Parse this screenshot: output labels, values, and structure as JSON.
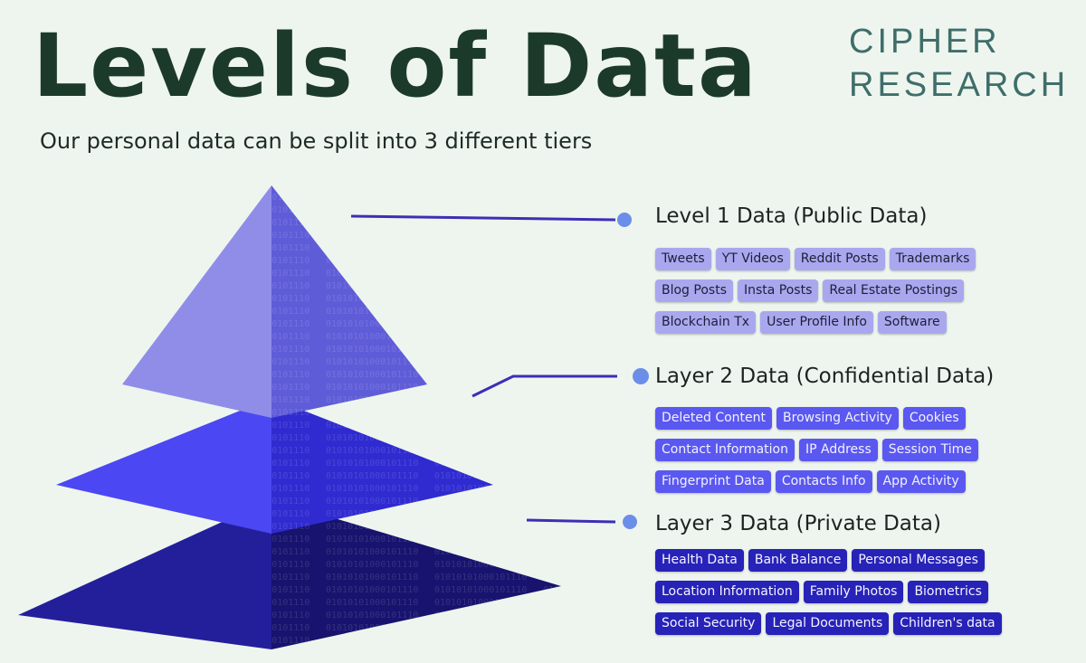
{
  "header": {
    "title": "Levels of Data",
    "brand_line1": "CIPHER",
    "brand_line2": "RESEARCH",
    "subtitle": "Our personal data can be split into 3 different tiers"
  },
  "colors": {
    "background": "#eef5ef",
    "tier1": "#8a88e6",
    "tier2": "#3f3be8",
    "tier3": "#1f1b8c",
    "connector": "#3c2fb5",
    "dot": "#6b8fe8"
  },
  "pyramid": {
    "binary_pattern": "01010101000101110"
  },
  "levels": [
    {
      "title": "Level 1 Data (Public Data)",
      "tags": [
        [
          "Tweets",
          "YT Videos",
          "Reddit Posts",
          "Trademarks"
        ],
        [
          "Blog Posts",
          "Insta Posts",
          "Real Estate Postings"
        ],
        [
          "Blockchain Tx",
          "User Profile Info",
          "Software"
        ]
      ]
    },
    {
      "title": "Layer 2 Data (Confidential Data)",
      "tags": [
        [
          "Deleted Content",
          "Browsing Activity",
          "Cookies"
        ],
        [
          "Contact Information",
          "IP Address",
          "Session Time"
        ],
        [
          "Fingerprint Data",
          "Contacts Info",
          "App Activity"
        ]
      ]
    },
    {
      "title": "Layer 3 Data (Private Data)",
      "tags": [
        [
          "Health Data",
          "Bank Balance",
          "Personal Messages"
        ],
        [
          "Location Information",
          "Family Photos",
          "Biometrics"
        ],
        [
          "Social Security",
          "Legal Documents",
          "Children's data"
        ]
      ]
    }
  ]
}
